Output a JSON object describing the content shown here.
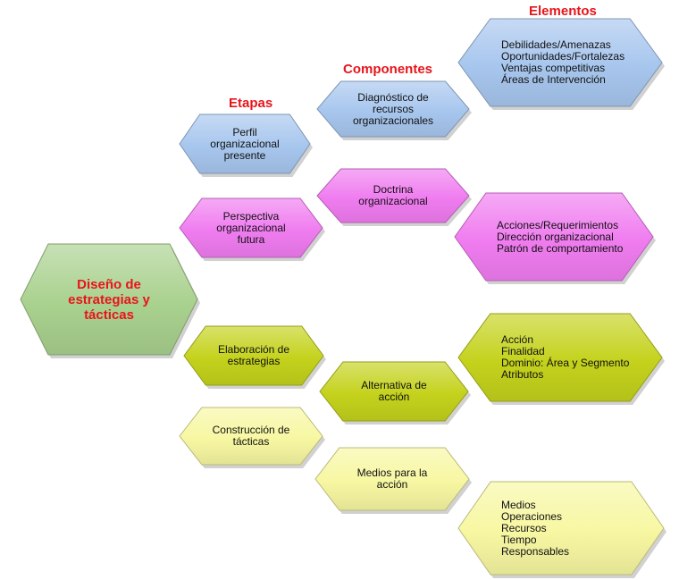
{
  "headers": {
    "etapas": "Etapas",
    "componentes": "Componentes",
    "elementos": "Elementos"
  },
  "root": {
    "lines": [
      "Diseño de",
      "estrategias y",
      "tácticas"
    ]
  },
  "etapas": [
    {
      "lines": [
        "Perfil",
        "organizacional",
        "presente"
      ]
    },
    {
      "lines": [
        "Perspectiva",
        "organizacional",
        "futura"
      ]
    },
    {
      "lines": [
        "Elaboración  de",
        "estrategias"
      ]
    },
    {
      "lines": [
        "Construcción  de",
        "tácticas"
      ]
    }
  ],
  "componentes": [
    {
      "lines": [
        "Diagnóstico de",
        "recursos",
        "organizacionales"
      ]
    },
    {
      "lines": [
        "Doctrina",
        "organizacional"
      ]
    },
    {
      "lines": [
        "Alternativa de",
        "acción"
      ]
    },
    {
      "lines": [
        "Medios para la",
        "acción"
      ]
    }
  ],
  "elementos": [
    {
      "lines": [
        "Debilidades/Amenazas",
        "Oportunidades/Fortalezas",
        "Ventajas competitivas",
        "Áreas de Intervención"
      ]
    },
    {
      "lines": [
        "Acciones/Requerimientos",
        "Dirección organizacional",
        "Patrón de comportamiento"
      ]
    },
    {
      "lines": [
        "Acción",
        "Finalidad",
        "Dominio: Área y Segmento",
        "Atributos"
      ]
    },
    {
      "lines": [
        "Medios",
        "Operaciones",
        "Recursos",
        "Tiempo",
        "Responsables"
      ]
    }
  ],
  "colors": {
    "blue": "#a7c6ee",
    "magenta": "#f07cf0",
    "olive": "#c4d21c",
    "yellow": "#f7f7a2",
    "green": "#a9d18e",
    "header_red": "#e8141b"
  }
}
